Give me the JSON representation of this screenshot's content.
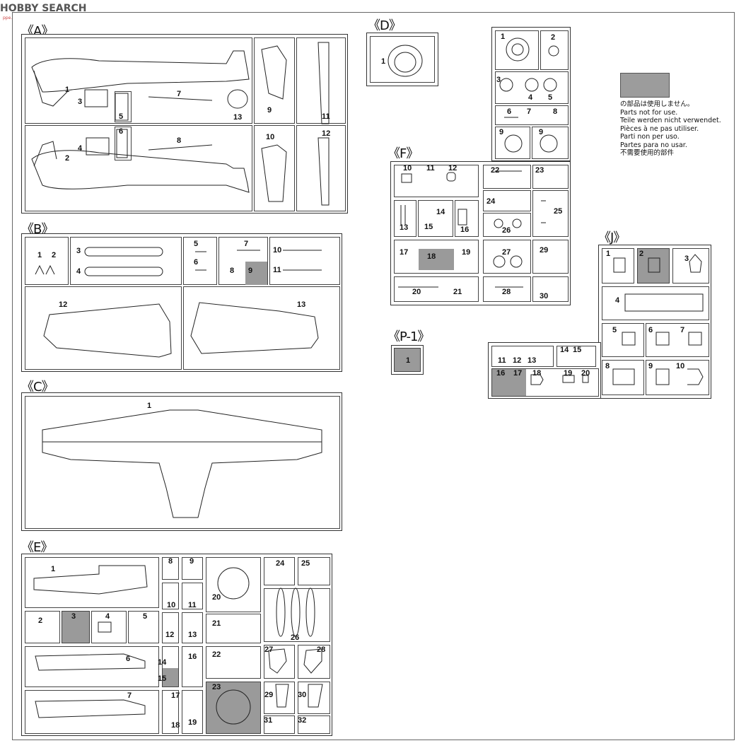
{
  "watermark": {
    "brand": "HOBBY",
    "site": "SEARCH",
    "sub": "ppe.show.com"
  },
  "sections": {
    "A": {
      "label": "《A》",
      "parts": [
        "1",
        "2",
        "3",
        "4",
        "5",
        "6",
        "7",
        "8",
        "9",
        "10",
        "11",
        "12",
        "13"
      ]
    },
    "B": {
      "label": "《B》",
      "parts": [
        "1",
        "2",
        "3",
        "4",
        "5",
        "6",
        "7",
        "8",
        "9",
        "10",
        "11",
        "12",
        "13"
      ]
    },
    "C": {
      "label": "《C》",
      "parts": [
        "1"
      ]
    },
    "D": {
      "label": "《D》",
      "parts": [
        "1"
      ]
    },
    "E": {
      "label": "《E》",
      "parts": [
        "1",
        "2",
        "3",
        "4",
        "5",
        "6",
        "7",
        "8",
        "9",
        "10",
        "11",
        "12",
        "13",
        "14",
        "15",
        "16",
        "17",
        "18",
        "19",
        "20",
        "21",
        "22",
        "23",
        "24",
        "25",
        "26",
        "27",
        "28",
        "29",
        "30",
        "31",
        "32"
      ]
    },
    "F": {
      "label": "《F》",
      "parts": [
        "1",
        "2",
        "3",
        "4",
        "5",
        "6",
        "7",
        "8",
        "9",
        "9",
        "10",
        "11",
        "12",
        "13",
        "14",
        "15",
        "16",
        "17",
        "18",
        "19",
        "20",
        "21",
        "22",
        "23",
        "24",
        "25",
        "26",
        "27",
        "28",
        "29",
        "30"
      ]
    },
    "J": {
      "label": "《J》",
      "parts": [
        "1",
        "2",
        "3",
        "4",
        "5",
        "6",
        "7",
        "8",
        "9",
        "10",
        "11",
        "12",
        "13",
        "14",
        "15",
        "16",
        "17",
        "18",
        "19",
        "20"
      ]
    },
    "P1": {
      "label": "《P-1》",
      "parts": [
        "1"
      ]
    }
  },
  "legend": {
    "lines": [
      "の部品は使用しません。",
      "Parts not for use.",
      "Teile werden nicht verwendet.",
      "Pièces à ne pas utiliser.",
      "Parti non per uso.",
      "Partes para no usar.",
      "不需要使用的部件"
    ],
    "swatch_color": "#9c9c9c"
  }
}
